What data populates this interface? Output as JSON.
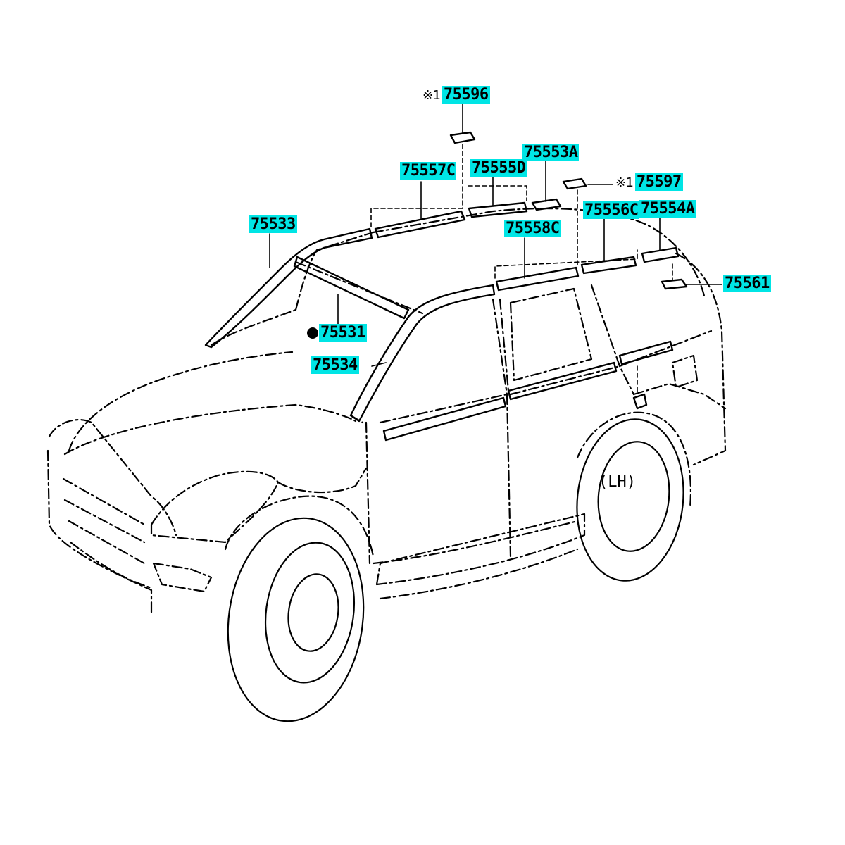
{
  "colors": {
    "label_highlight": "#00e5e5",
    "line": "#000000",
    "background": "#ffffff"
  },
  "labels": {
    "p75596": "75596",
    "p75557C": "75557C",
    "p75555D": "75555D",
    "p75553A": "75553A",
    "p75597": "75597",
    "p75533": "75533",
    "p75556C": "75556C",
    "p75554A": "75554A",
    "p75558C": "75558C",
    "p75561": "75561",
    "p75531": "75531",
    "p75534": "75534"
  },
  "marks": {
    "note_mark": "※1",
    "side_note": "(LH)"
  },
  "icons": {
    "filled_dot": "filled-circle-icon"
  }
}
